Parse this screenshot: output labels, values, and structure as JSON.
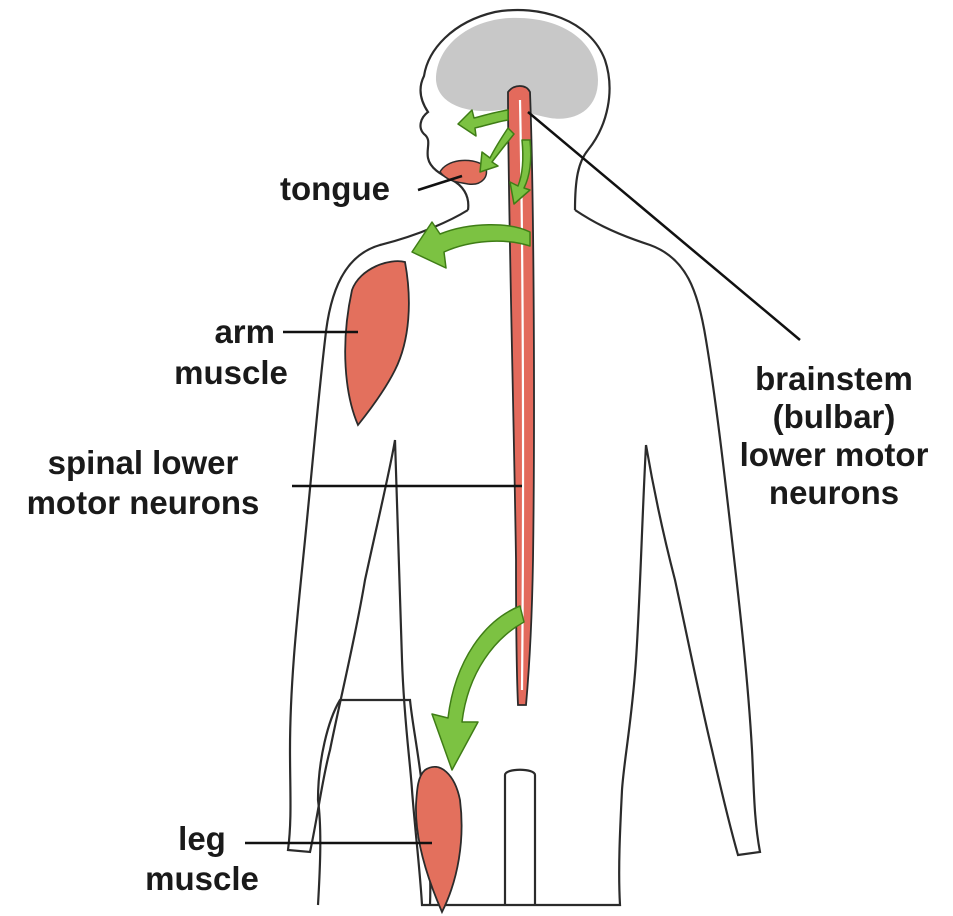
{
  "labels": {
    "tongue": "tongue",
    "arm_1": "arm",
    "arm_2": "muscle",
    "spinal_1": "spinal lower",
    "spinal_2": "motor neurons",
    "brainstem_1": "brainstem",
    "brainstem_2": "(bulbar)",
    "brainstem_3": "lower motor",
    "brainstem_4": "neurons",
    "leg_1": "leg",
    "leg_2": "muscle"
  },
  "colors": {
    "outline": "#2b2b2b",
    "brain": "#c8c8c8",
    "cord_fill": "#e36a5c",
    "muscle": "#e3705d",
    "arrow": "#7cc242",
    "arrow_edge": "#3f7d16",
    "leader": "#111111"
  }
}
